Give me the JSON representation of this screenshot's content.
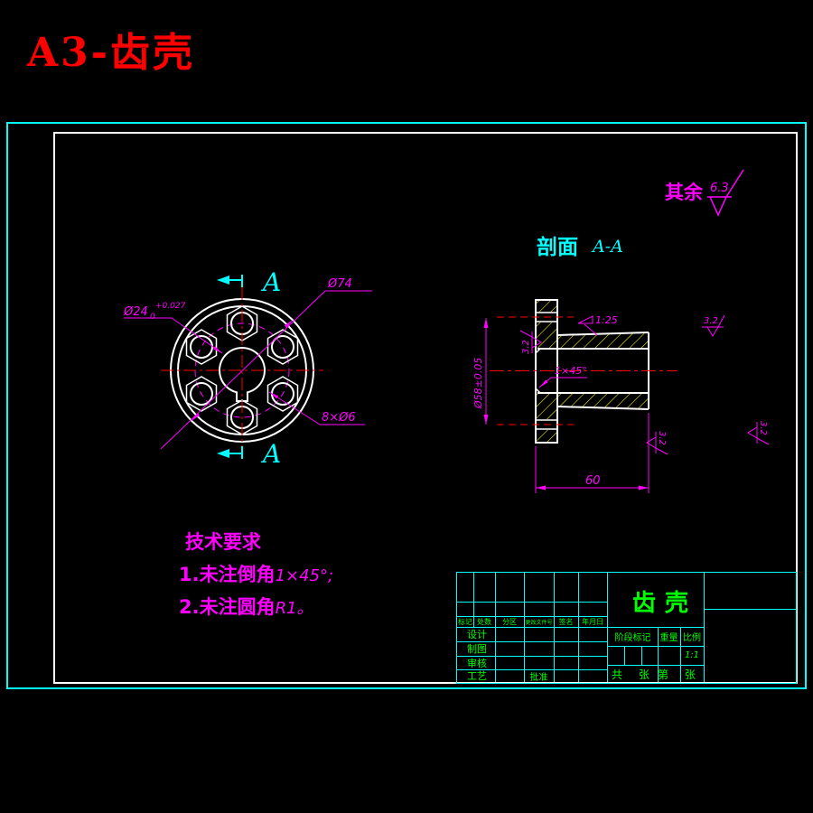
{
  "title": "A3-齿壳",
  "colors": {
    "background": "#000000",
    "frame_outer": "#00FFFF",
    "frame_inner": "#FFFFFF",
    "dimensions": "#FF00FF",
    "centerlines": "#FF0000",
    "hatch": "#FFFF00",
    "title_block_text": "#00FF00",
    "drawing_title": "#FF0000"
  },
  "surface_note": {
    "prefix": "其余",
    "roughness": "6.3"
  },
  "section_label": {
    "prefix": "剖面",
    "name": "A-A"
  },
  "front_view": {
    "marker_top": "A",
    "marker_bottom": "A",
    "bore_dim": "Ø24",
    "bore_tol_upper": "+0.027",
    "bore_tol_lower": "0",
    "bolt_circle_dim": "Ø74",
    "holes_dim": "8×Ø6"
  },
  "section_view": {
    "diameter_dim": "Ø58±0.05",
    "length_dim": "60",
    "taper_label": "1:25",
    "chamfer_label": "1×45°",
    "roughness_top": "3.2",
    "roughness_left": "3.2",
    "roughness_right": "3.2",
    "roughness_right2": "3.2"
  },
  "tech_requirements": {
    "title": "技术要求",
    "item1_main": "1.未注倒角",
    "item1_value": "1×45°;",
    "item2_main": "2.未注圆角",
    "item2_value": "R1。"
  },
  "title_block": {
    "part_name": "齿壳",
    "col_headers": [
      "标记",
      "处数",
      "分区",
      "更改文件号",
      "签名",
      "年月日"
    ],
    "row_labels": [
      "设计",
      "制图",
      "审核",
      "工艺"
    ],
    "approve_label": "批准",
    "stage_label": "阶段标记",
    "weight_label": "重量",
    "scale_label": "比例",
    "scale_value": "1:1",
    "footer": [
      "共",
      "张",
      "第",
      "张"
    ]
  }
}
